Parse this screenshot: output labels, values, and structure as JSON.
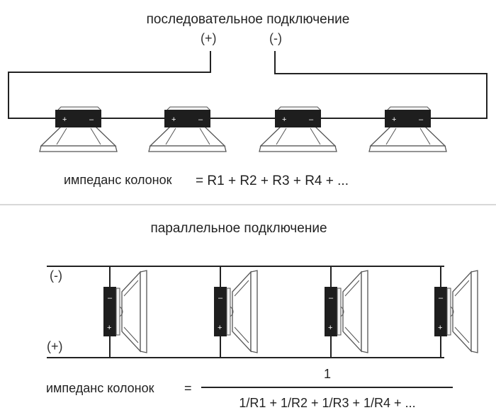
{
  "series_section": {
    "title": "последовательное подключение",
    "plus_terminal": "(+)",
    "minus_terminal": "(-)",
    "speaker_count": 4,
    "speaker_plus_sign": "+",
    "speaker_minus_sign": "–",
    "impedance_label": "импеданс колонок",
    "formula": "=  R1  +  R2  +  R3  +  R4  +  ..."
  },
  "parallel_section": {
    "title": "параллельное подключение",
    "minus_terminal": "(-)",
    "plus_terminal": "(+)",
    "speaker_count": 4,
    "speaker_plus_sign": "+",
    "speaker_minus_sign": "–",
    "impedance_label": "импеданс колонок",
    "equals": "=",
    "numerator": "1",
    "denominator": "1/R1  +  1/R2  +  1/R3  +  1/R4  +  ..."
  },
  "colors": {
    "wire": "#222222",
    "speaker_cone": "#555555",
    "magnet": "#1e1e1e",
    "divider": "#cccccc"
  }
}
